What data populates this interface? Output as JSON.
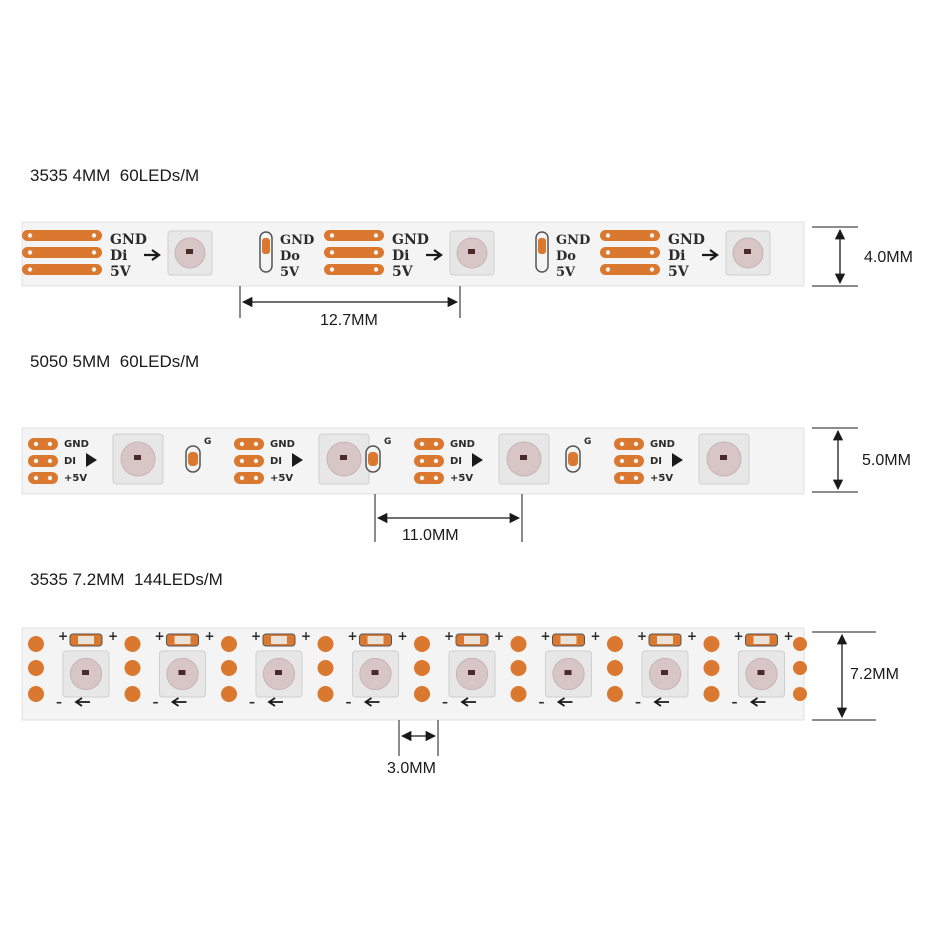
{
  "colors": {
    "strip": "#f4f4f4",
    "copper": "#d9782e",
    "copper_dark": "#b85f1f",
    "led_body": "#e7e7e7",
    "led_lens": "#d8c6c6",
    "ink": "#1a1a1a"
  },
  "strip_a": {
    "heading": "3535 4MM  60LEDs/M",
    "pad_labels": [
      "GND",
      "Di",
      "5V"
    ],
    "pad_labels_out": [
      "GND",
      "Do",
      "5V"
    ],
    "width_label": "4.0MM",
    "pitch_label": "12.7MM"
  },
  "strip_b": {
    "heading": "5050 5MM  60LEDs/M",
    "pad_labels": [
      "GND",
      "DI",
      "+5V"
    ],
    "cap_label": "G",
    "width_label": "5.0MM",
    "pitch_label": "11.0MM"
  },
  "strip_c": {
    "heading": "3535 7.2MM  144LEDs/M",
    "plus_sign": "+",
    "minus_sign": "–",
    "width_label": "7.2MM",
    "gap_label": "3.0MM"
  }
}
